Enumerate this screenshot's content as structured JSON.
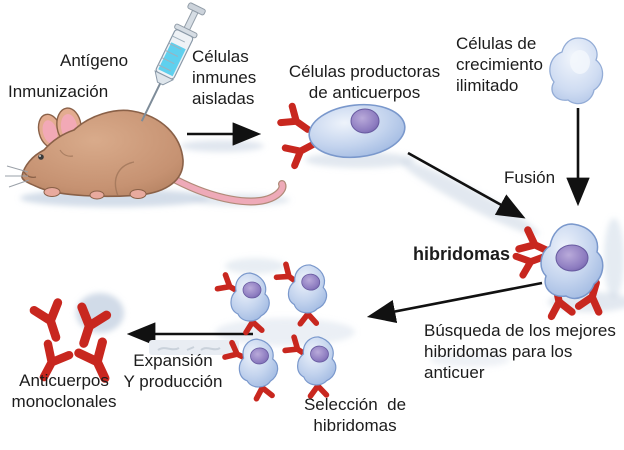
{
  "labels": {
    "antigen": "Antígeno",
    "immunization": "Inmunización",
    "isolated_immune_cells": "Células\ninmunes\naisladas",
    "antibody_producing_cells": "Células productoras\nde anticuerpos",
    "unlimited_growth_cells": "Células de\ncrecimiento\nilimitado",
    "fusion": "Fusión",
    "hybridomas": "hibridomas",
    "search_best_hybridomas": "Búsqueda de los mejores\nhibridomas para los anticuer",
    "hybridoma_selection": "Selección  de\nhibridomas",
    "expansion_production": "Expansión\nY producción",
    "monoclonal_antibodies": "Anticuerpos\nmonoclonales"
  },
  "icons": {
    "mouse-illustration": "svg-shape",
    "syringe-icon": "svg-shape",
    "antibody-y-icon": "red Y shape",
    "b-cell": "blue ellipse cell with purple nucleus",
    "myeloma-cell": "irregular blue cell",
    "hybridoma-cell": "blue cell with purple nucleus and red antibodies",
    "arrow": "black straight arrow"
  },
  "colors": {
    "background": "#ffffff",
    "text": "#1c1c1c",
    "arrow": "#111111",
    "antibody_red": "#c8271f",
    "cell_fill": "#c6d6ee",
    "cell_edge": "#7a98cc",
    "nucleus_purple": "#8d7cc0",
    "nucleus_edge": "#675aa0",
    "mouse_brown": "#c69272",
    "mouse_edge": "#8a6148",
    "ear_pink": "#f2a9b6",
    "tail_pink": "#eeaab8",
    "syringe_liquid": "#5fd0ee",
    "shadow_blue": "#c6d2e2"
  }
}
